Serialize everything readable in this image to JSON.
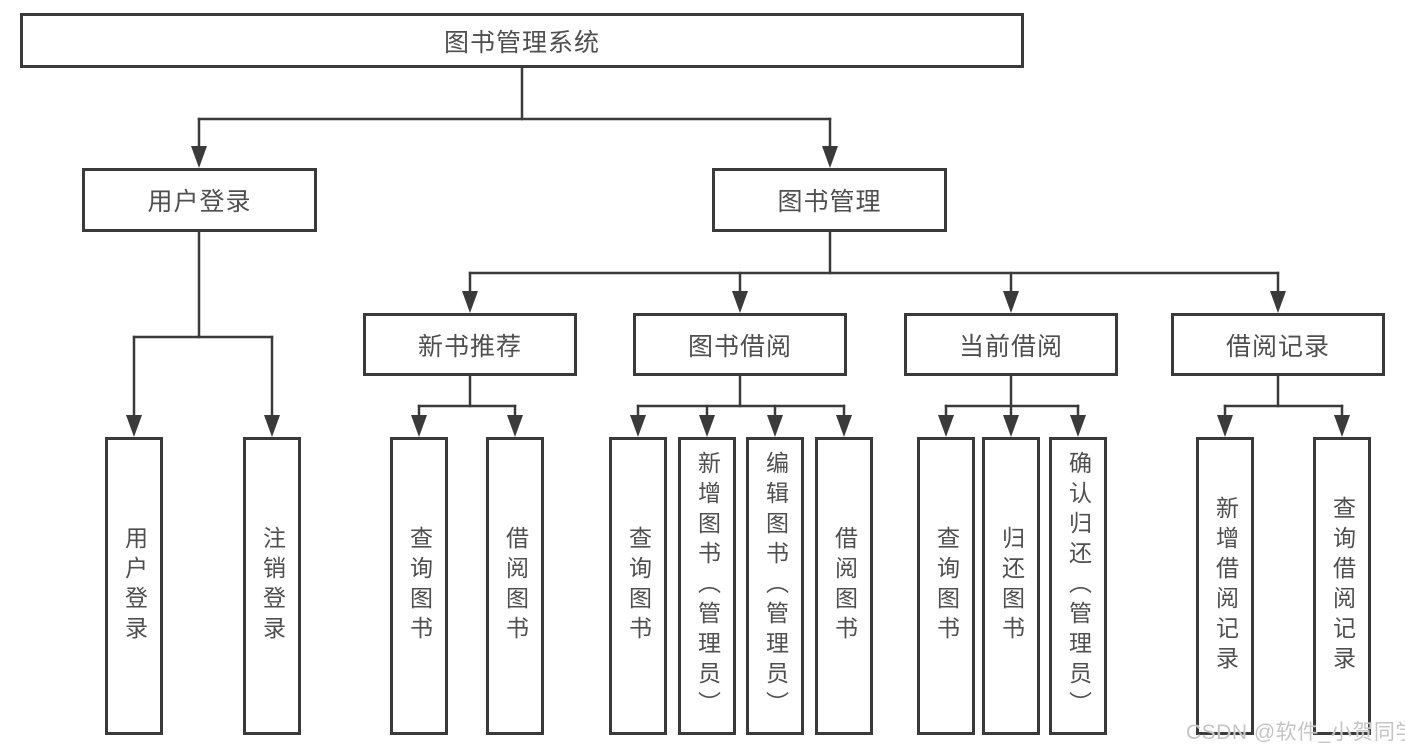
{
  "diagram": {
    "title": "图书管理系统",
    "tree": {
      "label": "图书管理系统",
      "children": [
        {
          "label": "用户登录",
          "children": [
            {
              "label": "用户登录"
            },
            {
              "label": "注销登录"
            }
          ]
        },
        {
          "label": "图书管理",
          "children": [
            {
              "label": "新书推荐",
              "children": [
                {
                  "label": "查询图书"
                },
                {
                  "label": "借阅图书"
                }
              ]
            },
            {
              "label": "图书借阅",
              "children": [
                {
                  "label": "查询图书"
                },
                {
                  "label": "新增图书（管理员）"
                },
                {
                  "label": "编辑图书（管理员）"
                },
                {
                  "label": "借阅图书"
                }
              ]
            },
            {
              "label": "当前借阅",
              "children": [
                {
                  "label": "查询图书"
                },
                {
                  "label": "归还图书"
                },
                {
                  "label": "确认归还（管理员）"
                }
              ]
            },
            {
              "label": "借阅记录",
              "children": [
                {
                  "label": "新增借阅记录"
                },
                {
                  "label": "查询借阅记录"
                }
              ]
            }
          ]
        }
      ]
    },
    "colors": {
      "line": "#3a3a3a",
      "node_border": "#3a3a3a",
      "node_text": "#4f4f4f",
      "background": "#ffffff",
      "watermark_text": "#c5c5c5"
    }
  },
  "watermark": {
    "text": "CSDN @软件_小贺同学"
  }
}
